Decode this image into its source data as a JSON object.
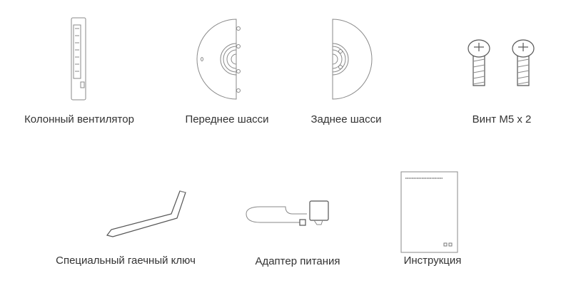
{
  "items": [
    {
      "label": "Колонный вентилятор"
    },
    {
      "label": "Переднее шасси"
    },
    {
      "label": "Заднее шасси"
    },
    {
      "label": "Винт M5 x 2"
    },
    {
      "label": "Специальный гаечный ключ"
    },
    {
      "label": "Адаптер питания"
    },
    {
      "label": "Инструкция"
    }
  ]
}
